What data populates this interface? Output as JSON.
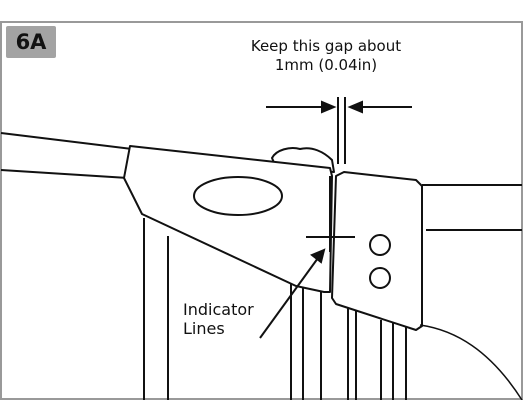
{
  "step": {
    "label": "6A"
  },
  "gap_note": {
    "line1": "Keep this gap about",
    "line2": "1mm (0.04in)"
  },
  "indicator_note": {
    "line1": "Indicator",
    "line2": "Lines"
  },
  "colors": {
    "line": "#111111",
    "badge_bg": "#a3a3a3",
    "frame": "#999999",
    "background": "#ffffff"
  }
}
